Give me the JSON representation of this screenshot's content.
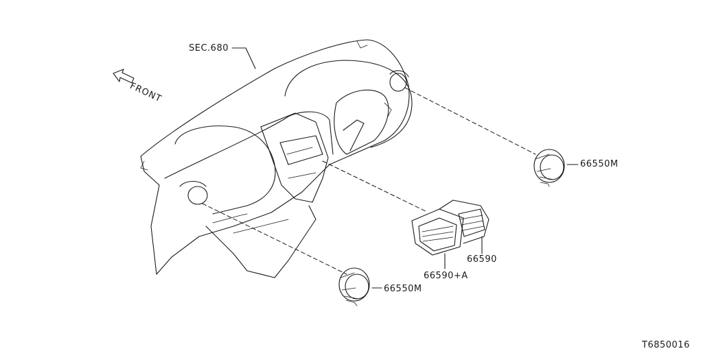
{
  "labels": {
    "section_ref": "SEC.680",
    "front": "FRONT",
    "vent_side_right": "66550M",
    "vent_side_left": "66550M",
    "vent_center": "66590",
    "vent_center_a": "66590+A",
    "drawing_id": "T6850016"
  }
}
